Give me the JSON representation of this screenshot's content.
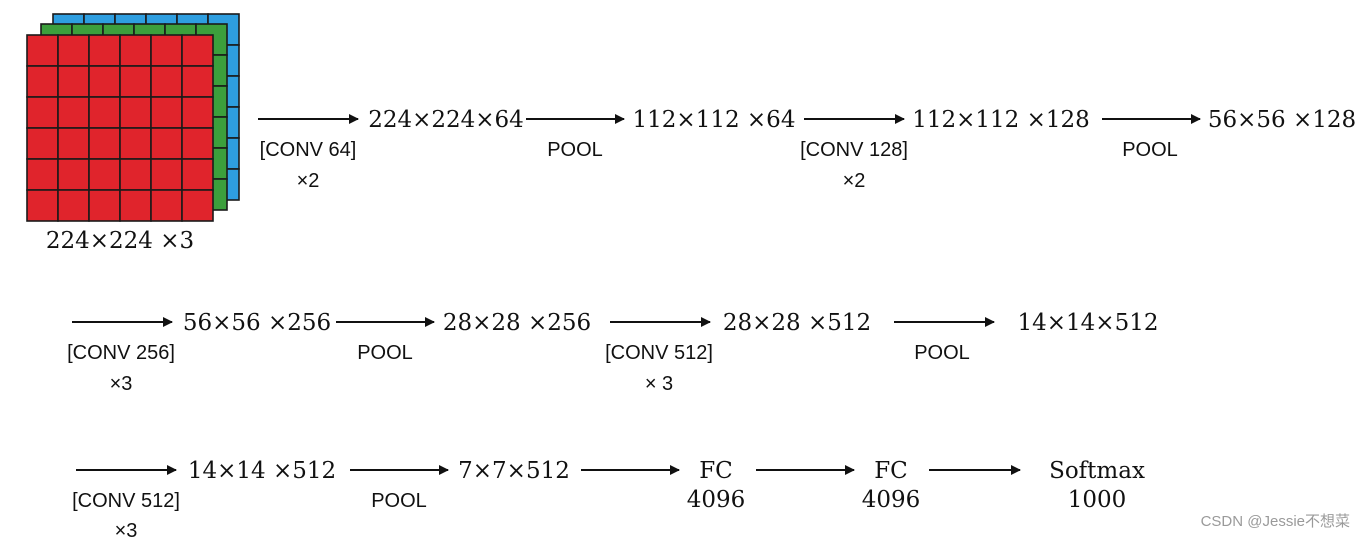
{
  "input": {
    "label": "224×224 ×3",
    "channel_colors": [
      "#e0242c",
      "#3c9f3c",
      "#2e9ee0"
    ],
    "grid_cells": 6
  },
  "row1": {
    "conv64_label": "[CONV 64]",
    "conv64_times": "×2",
    "shape_a": "224×224×64",
    "pool1": "POOL",
    "shape_b": "112×112 ×64",
    "conv128_label": "[CONV 128]",
    "conv128_times": "×2",
    "shape_c": "112×112 ×128",
    "pool2": "POOL",
    "shape_d": "56×56 ×128"
  },
  "row2": {
    "conv256_label": "[CONV 256]",
    "conv256_times": "×3",
    "shape_a": "56×56 ×256",
    "pool3": "POOL",
    "shape_b": "28×28 ×256",
    "conv512_label": "[CONV 512]",
    "conv512_times": "× 3",
    "shape_c": "28×28 ×512",
    "pool4": "POOL",
    "shape_d": "14×14×512"
  },
  "row3": {
    "conv512_label": "[CONV 512]",
    "conv512_times": "×3",
    "shape_a": "14×14 ×512",
    "pool5": "POOL",
    "shape_b": "7×7×512",
    "fc1_label": "FC",
    "fc1_size": "4096",
    "fc2_label": "FC",
    "fc2_size": "4096",
    "softmax_label": "Softmax",
    "softmax_size": "1000"
  },
  "watermark": "CSDN @Jessie不想菜"
}
